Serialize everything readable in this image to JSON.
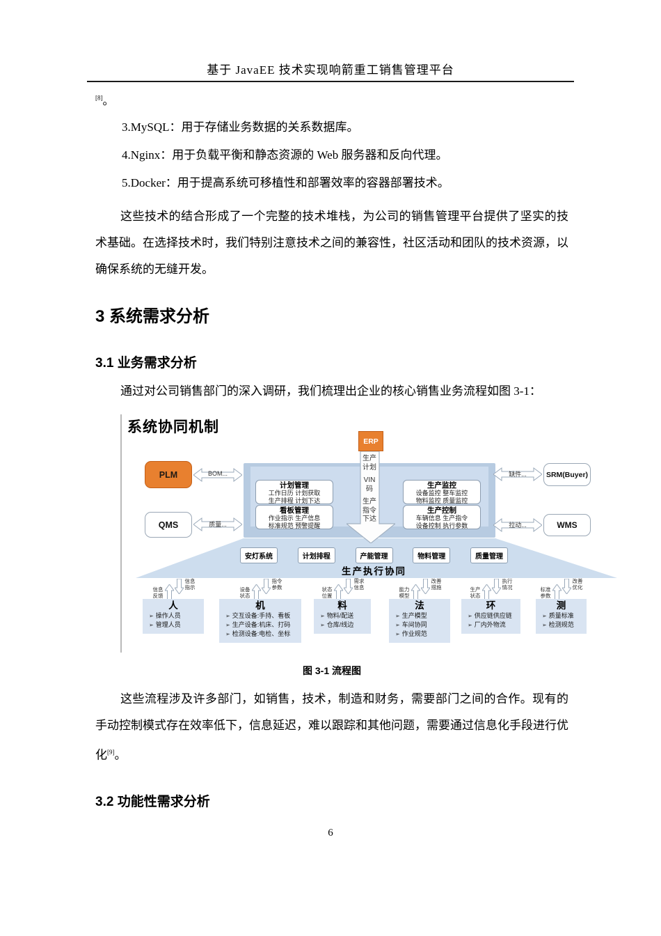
{
  "page": {
    "header_title": "基于 JavaEE 技术实现响箭重工销售管理平台",
    "ref_marker": "[8]",
    "ref_period": "。",
    "list_items": [
      "3.MySQL：用于存储业务数据的关系数据库。",
      "4.Nginx：用于负载平衡和静态资源的 Web 服务器和反向代理。",
      "5.Docker：用于提高系统可移植性和部署效率的容器部署技术。"
    ],
    "para_tech": "这些技术的结合形成了一个完整的技术堆栈，为公司的销售管理平台提供了坚实的技术基础。在选择技术时，我们特别注意技术之间的兼容性，社区活动和团队的技术资源，以确保系统的无缝开发。",
    "heading_3": "3 系统需求分析",
    "heading_3_1": "3.1 业务需求分析",
    "intro_line": "通过对公司销售部门的深入调研，我们梳理出企业的核心销售业务流程如图 3-1：",
    "figure_caption": "图 3-1 流程图",
    "para_flow_main": "这些流程涉及许多部门，如销售，技术，制造和财务，需要部门之间的合作。现有的手动控制模式存在效率低下，信息延迟，难以跟踪和其他问题，需要通过信息化手段进行优化",
    "para_flow_ref": "[9]",
    "para_flow_period": "。",
    "heading_3_2": "3.2 功能性需求分析",
    "page_number": "6"
  },
  "figure": {
    "title": "系统协同机制",
    "bullet": "➢",
    "erp": {
      "label": "ERP",
      "flow": [
        "生产计划",
        "VIN 码",
        "生产指令下达"
      ]
    },
    "left_systems": [
      {
        "label": "PLM",
        "arrow_label": "BOM..."
      },
      {
        "label": "QMS",
        "arrow_label": "质量..."
      }
    ],
    "right_systems": [
      {
        "label": "SRM(Buyer)",
        "arrow_label": "缺件..."
      },
      {
        "label": "WMS",
        "arrow_label": "拉动..."
      }
    ],
    "center_cards_left": [
      {
        "title": "计划管理",
        "line1": "工作日历 计划获取",
        "line2": "生产排程 计划下达"
      },
      {
        "title": "看板管理",
        "line1": "作业指示 生产信息",
        "line2": "标准规范 预警提醒"
      }
    ],
    "center_cards_right": [
      {
        "title": "生产监控",
        "line1": "设备监控 整车监控",
        "line2": "物料监控 质量监控"
      },
      {
        "title": "生产控制",
        "line1": "车辆信息 生产指令",
        "line2": "设备控制 执行参数"
      }
    ],
    "middle_boxes": [
      "安灯系统",
      "计划排程",
      "产能管理",
      "物料管理",
      "质量管理"
    ],
    "band_label": "生产执行协同",
    "columns": [
      {
        "header": "人",
        "up_label": "信息反馈",
        "down_label": "信息指示",
        "items": [
          "操作人员",
          "管理人员"
        ]
      },
      {
        "header": "机",
        "up_label": "设备状态",
        "down_label": "指令参数",
        "items": [
          "交互设备:手持、看板",
          "生产设备:机床、打码",
          "检测设备:电检、坐标"
        ]
      },
      {
        "header": "料",
        "up_label": "状态位置",
        "down_label": "需求信息",
        "items": [
          "物料/配送",
          "仓库/线边"
        ]
      },
      {
        "header": "法",
        "up_label": "能力模型",
        "down_label": "改善措施",
        "items": [
          "生产模型",
          "车间协同",
          "作业规范"
        ]
      },
      {
        "header": "环",
        "up_label": "生产状态",
        "down_label": "执行情况",
        "items": [
          "供应链供应链",
          "厂内外物流"
        ]
      },
      {
        "header": "测",
        "up_label": "标准参数",
        "down_label": "改善优化",
        "items": [
          "质量标准",
          "检测规范"
        ]
      }
    ],
    "colors": {
      "accent_orange": "#e8802f",
      "panel_blue": "#b7cbe1",
      "trapezoid_blue": "#cdddee",
      "column_blue": "#d9e4f2"
    }
  }
}
